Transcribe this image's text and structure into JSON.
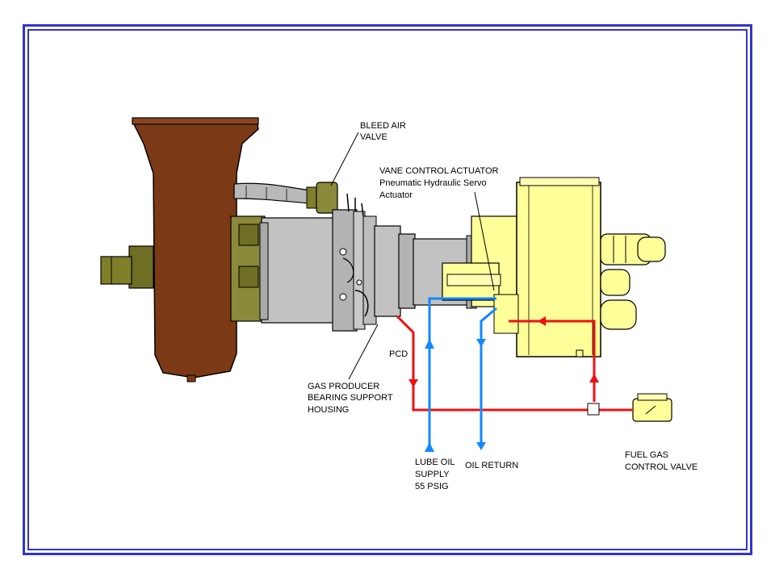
{
  "labels": {
    "bleed_air_valve": [
      "BLEED AIR",
      "VALVE"
    ],
    "vane_control_actuator": [
      "VANE CONTROL ACTUATOR",
      "Pneumatic Hydraulic Servo",
      "Actuator"
    ],
    "pcd": "PCD",
    "gas_producer_housing": [
      "GAS PRODUCER",
      "BEARING SUPPORT",
      "HOUSING"
    ],
    "lube_oil_supply": [
      "LUBE OIL",
      "SUPPLY",
      "55 PSIG"
    ],
    "oil_return": "OIL RETURN",
    "fuel_gas_control_valve": [
      "FUEL GAS",
      "CONTROL VALVE"
    ]
  },
  "colors": {
    "frame": "#3333cc",
    "inlet_housing": "#7b3a15",
    "engine_body": "#c2c2c2",
    "gearbox": "#ffff99",
    "olive": "#7f7f2a",
    "pcd_line": "#ee1111",
    "oil_line": "#1188ff"
  }
}
